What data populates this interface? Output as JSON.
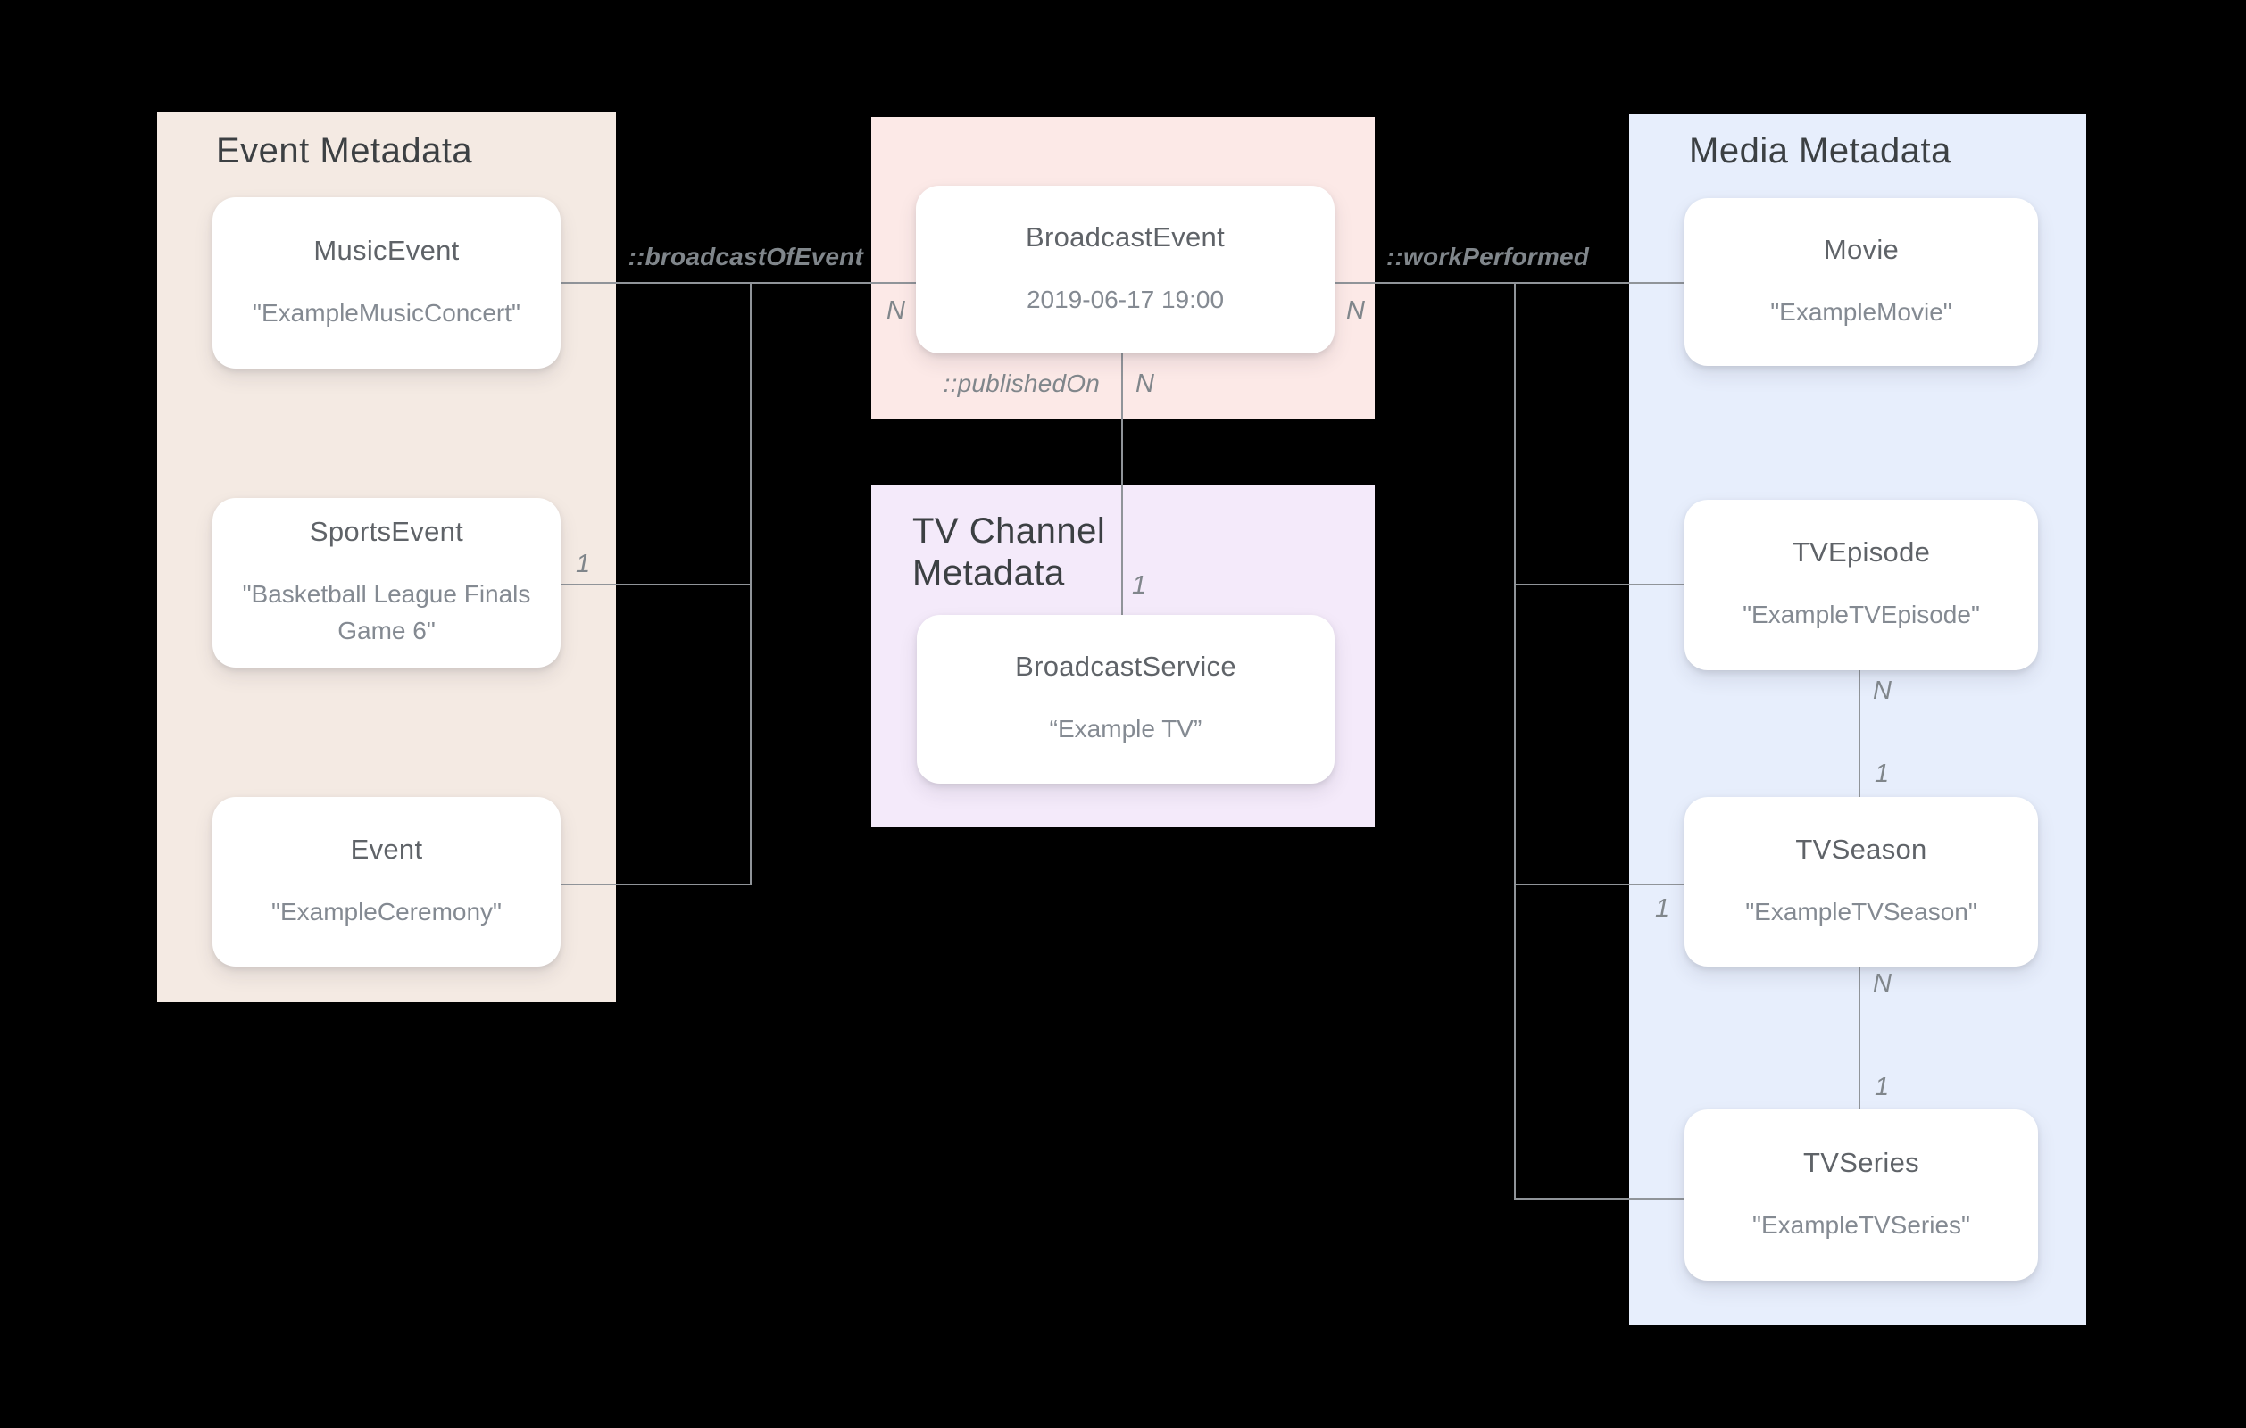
{
  "colors": {
    "background": "#000000",
    "event_panel": "#f4eae3",
    "broadcast_panel": "#fce9e7",
    "tv_channel_panel": "#f4eafa",
    "media_panel": "#e7eefc",
    "card": "#ffffff",
    "heading_text": "#3c4043",
    "node_title_text": "#5f6368",
    "node_value_text": "#848a92",
    "relation_text": "#80868b",
    "line": "#909499"
  },
  "panels": {
    "event": {
      "title": "Event Metadata"
    },
    "tv_channel": {
      "title": "TV Channel\nMetadata"
    },
    "media": {
      "title": "Media Metadata"
    }
  },
  "nodes": {
    "music_event": {
      "title": "MusicEvent",
      "value": "\"ExampleMusicConcert\""
    },
    "sports_event": {
      "title": "SportsEvent",
      "value": "\"Basketball League Finals Game 6\""
    },
    "event": {
      "title": "Event",
      "value": "\"ExampleCeremony\""
    },
    "broadcast_event": {
      "title": "BroadcastEvent",
      "value": "2019-06-17 19:00"
    },
    "broadcast_service": {
      "title": "BroadcastService",
      "value": "“Example TV”"
    },
    "movie": {
      "title": "Movie",
      "value": "\"ExampleMovie\""
    },
    "tv_episode": {
      "title": "TVEpisode",
      "value": "\"ExampleTVEpisode\""
    },
    "tv_season": {
      "title": "TVSeason",
      "value": "\"ExampleTVSeason\""
    },
    "tv_series": {
      "title": "TVSeries",
      "value": "\"ExampleTVSeries\""
    }
  },
  "relations": {
    "broadcast_of_event": {
      "label": "::broadcastOfEvent"
    },
    "work_performed": {
      "label": "::workPerformed"
    },
    "published_on": {
      "label": "::publishedOn"
    }
  },
  "cardinalities": {
    "broadcast_of_event_n": "N",
    "work_performed_n": "N",
    "published_on_n": "N",
    "published_on_1": "1",
    "sports_event_1": "1",
    "episode_to_season_n": "N",
    "episode_to_season_1": "1",
    "season_branch_1": "1",
    "season_to_series_n": "N",
    "season_to_series_1": "1"
  }
}
